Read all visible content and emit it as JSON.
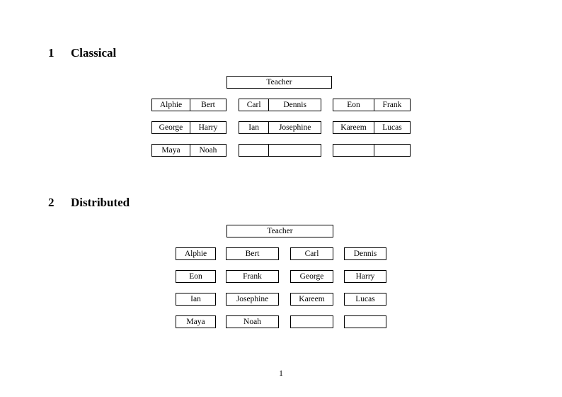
{
  "document": {
    "page_number": "1",
    "background_color": "#ffffff",
    "text_color": "#000000",
    "border_color": "#000000"
  },
  "sections": [
    {
      "number": "1",
      "title": "Classical",
      "layout": "three-groups-of-two",
      "root": {
        "label": "Teacher"
      },
      "groups": [
        {
          "name": "left-group",
          "rows": [
            {
              "cells": [
                {
                  "label": "Alphie"
                },
                {
                  "label": "Bert"
                }
              ]
            },
            {
              "cells": [
                {
                  "label": "George"
                },
                {
                  "label": "Harry"
                }
              ]
            },
            {
              "cells": [
                {
                  "label": "Maya"
                },
                {
                  "label": "Noah"
                }
              ]
            }
          ]
        },
        {
          "name": "middle-group",
          "rows": [
            {
              "cells": [
                {
                  "label": "Carl"
                },
                {
                  "label": "Dennis"
                }
              ]
            },
            {
              "cells": [
                {
                  "label": "Ian"
                },
                {
                  "label": "Josephine"
                }
              ]
            },
            {
              "cells": [
                {
                  "label": ""
                },
                {
                  "label": ""
                }
              ]
            }
          ]
        },
        {
          "name": "right-group",
          "rows": [
            {
              "cells": [
                {
                  "label": "Eon"
                },
                {
                  "label": "Frank"
                }
              ]
            },
            {
              "cells": [
                {
                  "label": "Kareem"
                },
                {
                  "label": "Lucas"
                }
              ]
            },
            {
              "cells": [
                {
                  "label": ""
                },
                {
                  "label": ""
                }
              ]
            }
          ]
        }
      ]
    },
    {
      "number": "2",
      "title": "Distributed",
      "layout": "four-columns",
      "root": {
        "label": "Teacher"
      },
      "rows": [
        {
          "cells": [
            {
              "label": "Alphie"
            },
            {
              "label": "Bert"
            },
            {
              "label": "Carl"
            },
            {
              "label": "Dennis"
            }
          ]
        },
        {
          "cells": [
            {
              "label": "Eon"
            },
            {
              "label": "Frank"
            },
            {
              "label": "George"
            },
            {
              "label": "Harry"
            }
          ]
        },
        {
          "cells": [
            {
              "label": "Ian"
            },
            {
              "label": "Josephine"
            },
            {
              "label": "Kareem"
            },
            {
              "label": "Lucas"
            }
          ]
        },
        {
          "cells": [
            {
              "label": "Maya"
            },
            {
              "label": "Noah"
            },
            {
              "label": ""
            },
            {
              "label": ""
            }
          ]
        }
      ]
    }
  ]
}
